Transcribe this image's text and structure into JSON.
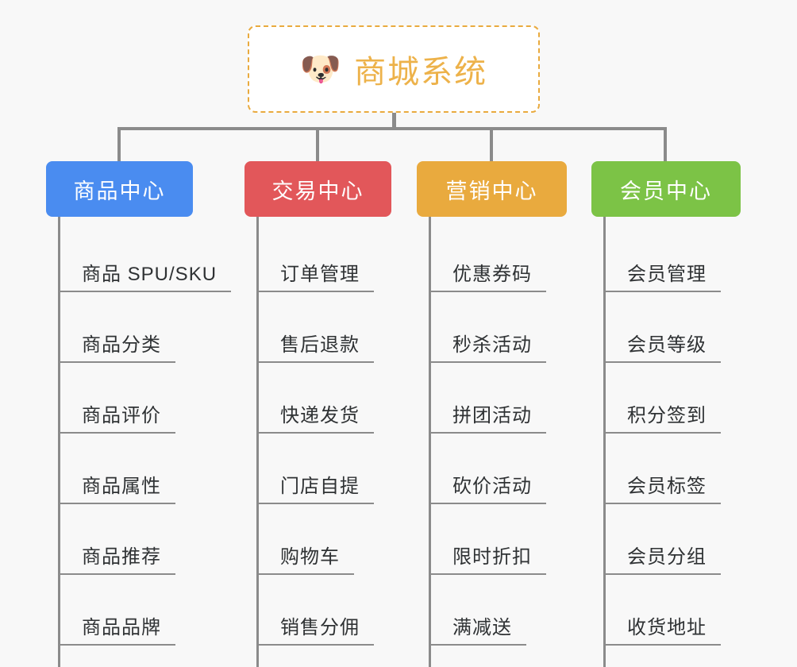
{
  "diagram": {
    "title": "商城系统",
    "root": {
      "label": "商城系统",
      "icon": "shiba-dog-face-emoji",
      "emoji": "🐶",
      "text_color": "#edb24a",
      "border_color": "#e9aa3e",
      "background": "#ffffff"
    },
    "background_color": "#f8f8f8",
    "connector_color": "#8b8b8b",
    "leaf_text_color": "#2f3234",
    "columns": [
      {
        "label": "商品中心",
        "color": "#4a8cf0",
        "items": [
          "商品 SPU/SKU",
          "商品分类",
          "商品评价",
          "商品属性",
          "商品推荐",
          "商品品牌"
        ]
      },
      {
        "label": "交易中心",
        "color": "#e2575a",
        "items": [
          "订单管理",
          "售后退款",
          "快递发货",
          "门店自提",
          "购物车",
          "销售分佣"
        ]
      },
      {
        "label": "营销中心",
        "color": "#e9aa3e",
        "items": [
          "优惠券码",
          "秒杀活动",
          "拼团活动",
          "砍价活动",
          "限时折扣",
          "满减送"
        ]
      },
      {
        "label": "会员中心",
        "color": "#7cc346",
        "items": [
          "会员管理",
          "会员等级",
          "积分签到",
          "会员标签",
          "会员分组",
          "收货地址"
        ]
      }
    ]
  }
}
